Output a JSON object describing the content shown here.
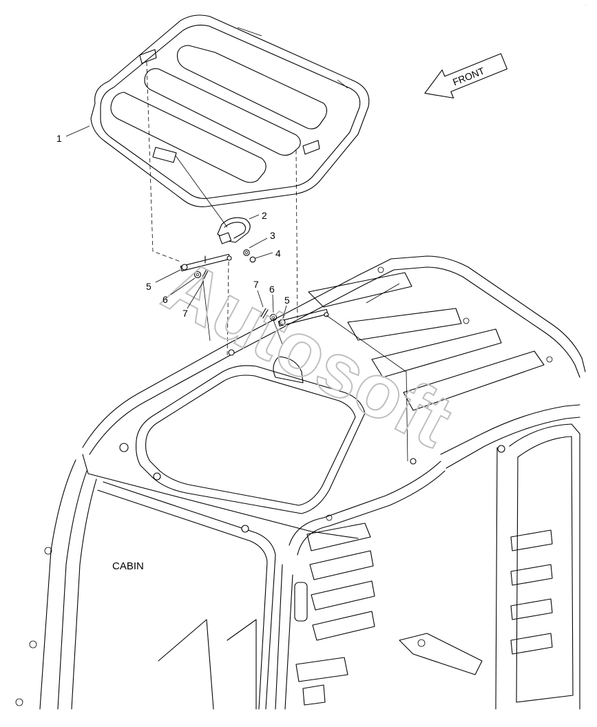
{
  "diagram": {
    "front_label": "FRONT",
    "area_label": "CABIN",
    "watermark": "Autosoft",
    "corner_mark": "-",
    "callouts": [
      {
        "id": "c1",
        "text": "1"
      },
      {
        "id": "c2",
        "text": "2"
      },
      {
        "id": "c3",
        "text": "3"
      },
      {
        "id": "c4",
        "text": "4"
      },
      {
        "id": "c5a",
        "text": "5"
      },
      {
        "id": "c6a",
        "text": "6"
      },
      {
        "id": "c7a",
        "text": "7"
      },
      {
        "id": "c7b",
        "text": "7"
      },
      {
        "id": "c6b",
        "text": "6"
      },
      {
        "id": "c5b",
        "text": "5"
      }
    ]
  }
}
